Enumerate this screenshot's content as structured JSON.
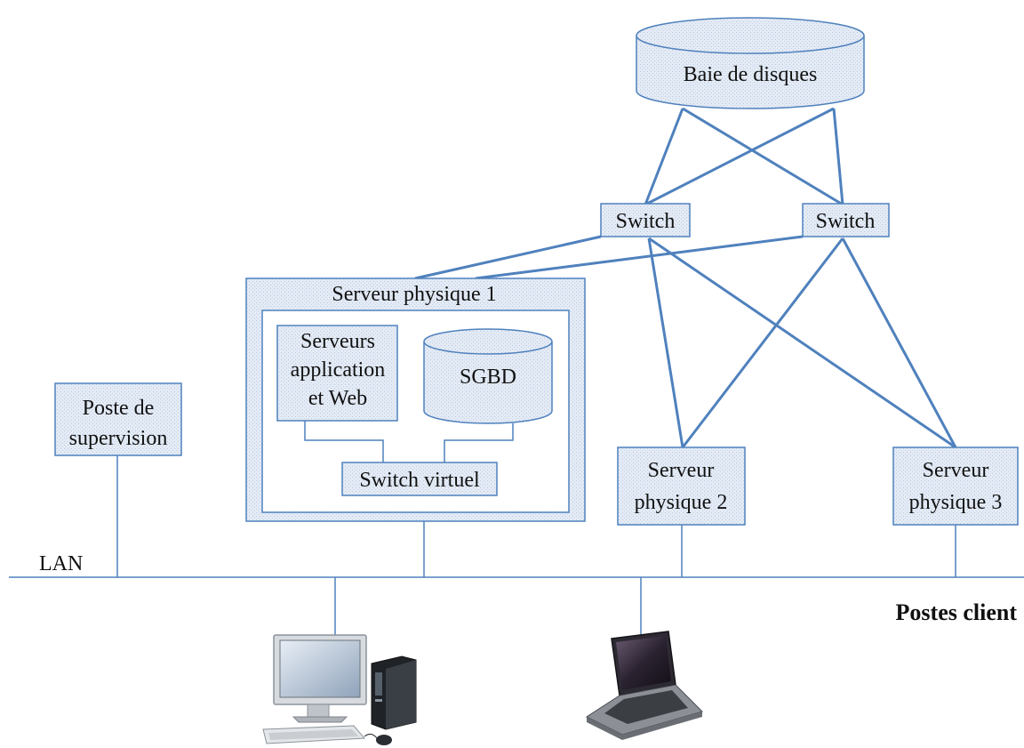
{
  "labels": {
    "disk_array": "Baie de disques",
    "switch_left": "Switch",
    "switch_right": "Switch",
    "server1": "Serveur physique 1",
    "app_server_line1": "Serveurs",
    "app_server_line2": "application",
    "app_server_line3": "et Web",
    "sgbd": "SGBD",
    "virtual_switch": "Switch virtuel",
    "supervision_line1": "Poste de",
    "supervision_line2": "supervision",
    "server2_line1": "Serveur",
    "server2_line2": "physique 2",
    "server3_line1": "Serveur",
    "server3_line2": "physique 3",
    "lan": "LAN",
    "clients": "Postes client"
  },
  "colors": {
    "line": "#4f81bd",
    "box_fill": "#dbe5f1"
  },
  "icons": {
    "desktop": "desktop-computer-icon",
    "laptop": "laptop-icon"
  }
}
